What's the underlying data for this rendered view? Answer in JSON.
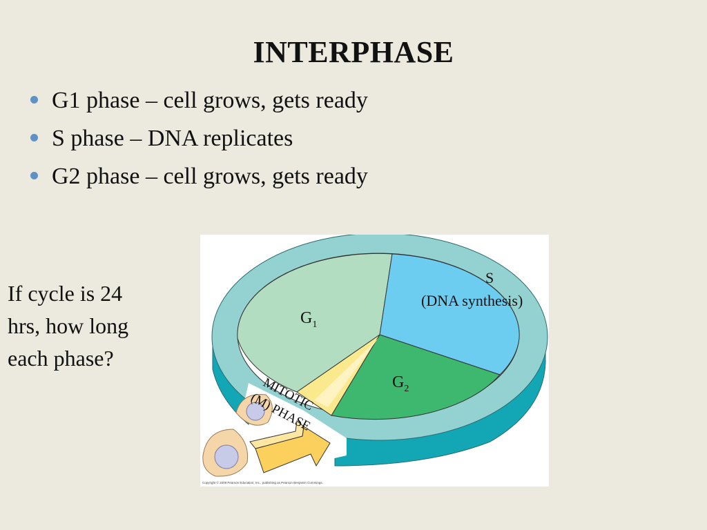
{
  "slide": {
    "title": "INTERPHASE",
    "bullets": [
      "G1 phase – cell grows, gets ready",
      "S phase – DNA replicates",
      "G2 phase – cell grows, gets ready"
    ],
    "question_lines": [
      "If  cycle is 24",
      "hrs, how long",
      "each phase?"
    ]
  },
  "diagram": {
    "g1_label": "G",
    "g1_sub": "1",
    "s_label": "S",
    "s_desc": "(DNA synthesis)",
    "g2_label": "G",
    "g2_sub": "2",
    "mitotic_line1": "MITOTIC",
    "mitotic_line2": "(M) PHASE",
    "credit": "Copyright © 2008 Pearson Education, Inc., publishing as Pearson Benjamin Cummings.",
    "colors": {
      "ring": "#93d2d0",
      "ring_side": "#13a7b5",
      "g1": "#b3ddc0",
      "s": "#6ccdf1",
      "g2": "#3eb76f",
      "mitotic": "#fbe98e",
      "arrow": "#fbd05d",
      "cell": "#f4d6a8",
      "nucleus": "#c8cbe8"
    }
  }
}
